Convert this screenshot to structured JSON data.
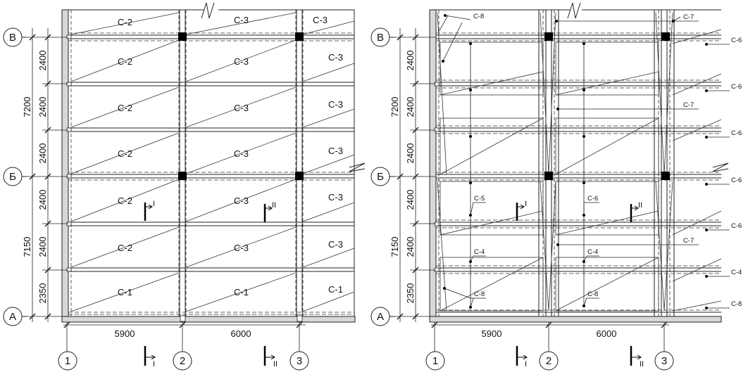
{
  "axes": {
    "rows": [
      "В",
      "Б",
      "А"
    ],
    "cols": [
      "1",
      "2",
      "3"
    ]
  },
  "dims": {
    "horizontal": [
      "5900",
      "6000"
    ],
    "vertical_overall": [
      "7200",
      "7150"
    ],
    "vertical_spans": [
      "2400",
      "2400",
      "2400",
      "2400",
      "2400",
      "2350"
    ]
  },
  "left_plan": {
    "col1_labels": [
      "С-2",
      "С-2",
      "С-2",
      "С-2",
      "С-2",
      "С-2",
      "С-1"
    ],
    "col2_labels": [
      "С-3",
      "С-3",
      "С-3",
      "С-3",
      "С-3",
      "С-3",
      "С-1"
    ],
    "col3_labels": [
      "С-3",
      "С-3",
      "С-3",
      "С-3",
      "С-3",
      "С-3",
      "С-1"
    ]
  },
  "right_plan": {
    "callouts_col1": [
      "С-8",
      "С-5",
      "С-4",
      "С-8"
    ],
    "callouts_col2": [
      "С-6",
      "С-4",
      "С-8"
    ],
    "callouts_right": [
      "С-7",
      "С-6",
      "С-6",
      "С-7",
      "С-6",
      "С-6",
      "С-6",
      "С-7",
      "С-4",
      "С-8"
    ]
  },
  "sections": {
    "first": "I",
    "second": "II"
  }
}
